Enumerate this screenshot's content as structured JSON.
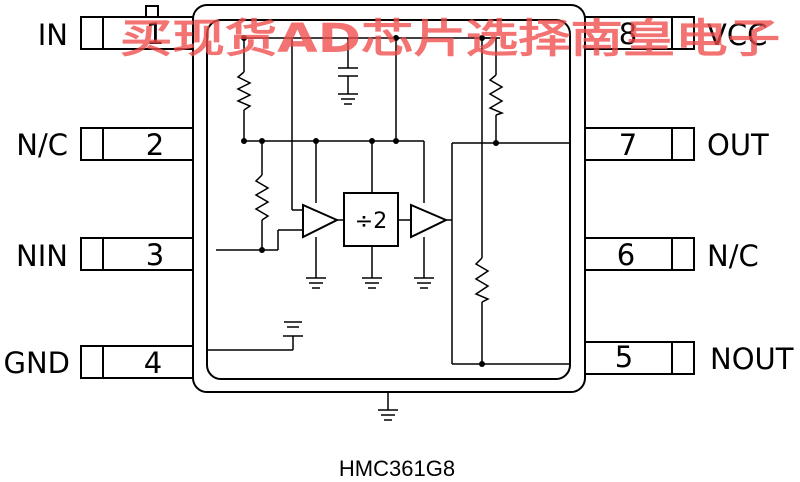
{
  "pins": [
    {
      "number": "1",
      "name": "IN"
    },
    {
      "number": "2",
      "name": "N/C"
    },
    {
      "number": "3",
      "name": "NIN"
    },
    {
      "number": "4",
      "name": "GND"
    },
    {
      "number": "5",
      "name": "NOUT"
    },
    {
      "number": "6",
      "name": "N/C"
    },
    {
      "number": "7",
      "name": "OUT"
    },
    {
      "number": "8",
      "name": "VCC"
    }
  ],
  "divider_label": "÷2",
  "part_number": "HMC361G8",
  "watermark": "买现货AD芯片选择南皇电子"
}
